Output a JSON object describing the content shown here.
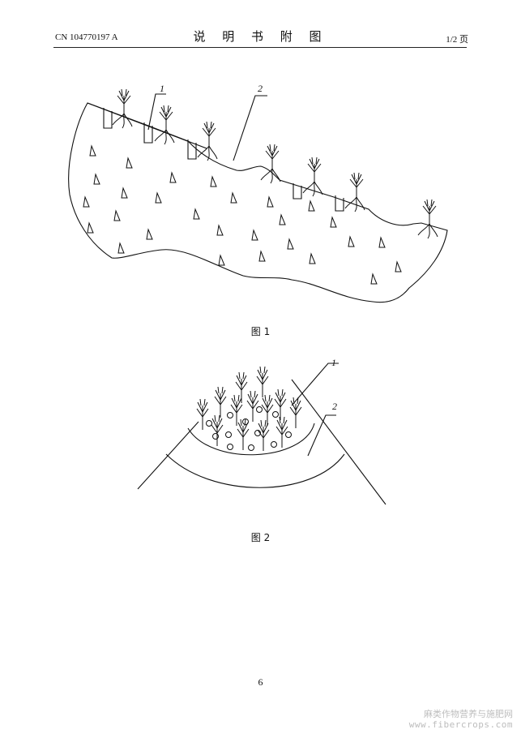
{
  "header": {
    "publication_number": "CN 104770197 A",
    "title": "说 明 书 附 图",
    "page_of": "1/2 页"
  },
  "figure1": {
    "caption": "图 1",
    "labels": [
      "1",
      "2"
    ]
  },
  "figure2": {
    "caption": "图 2",
    "labels": [
      "1",
      "2"
    ]
  },
  "page_number": "6",
  "watermark": {
    "line1": "麻类作物营养与施肥网",
    "line2": "www.fibercrops.com"
  }
}
